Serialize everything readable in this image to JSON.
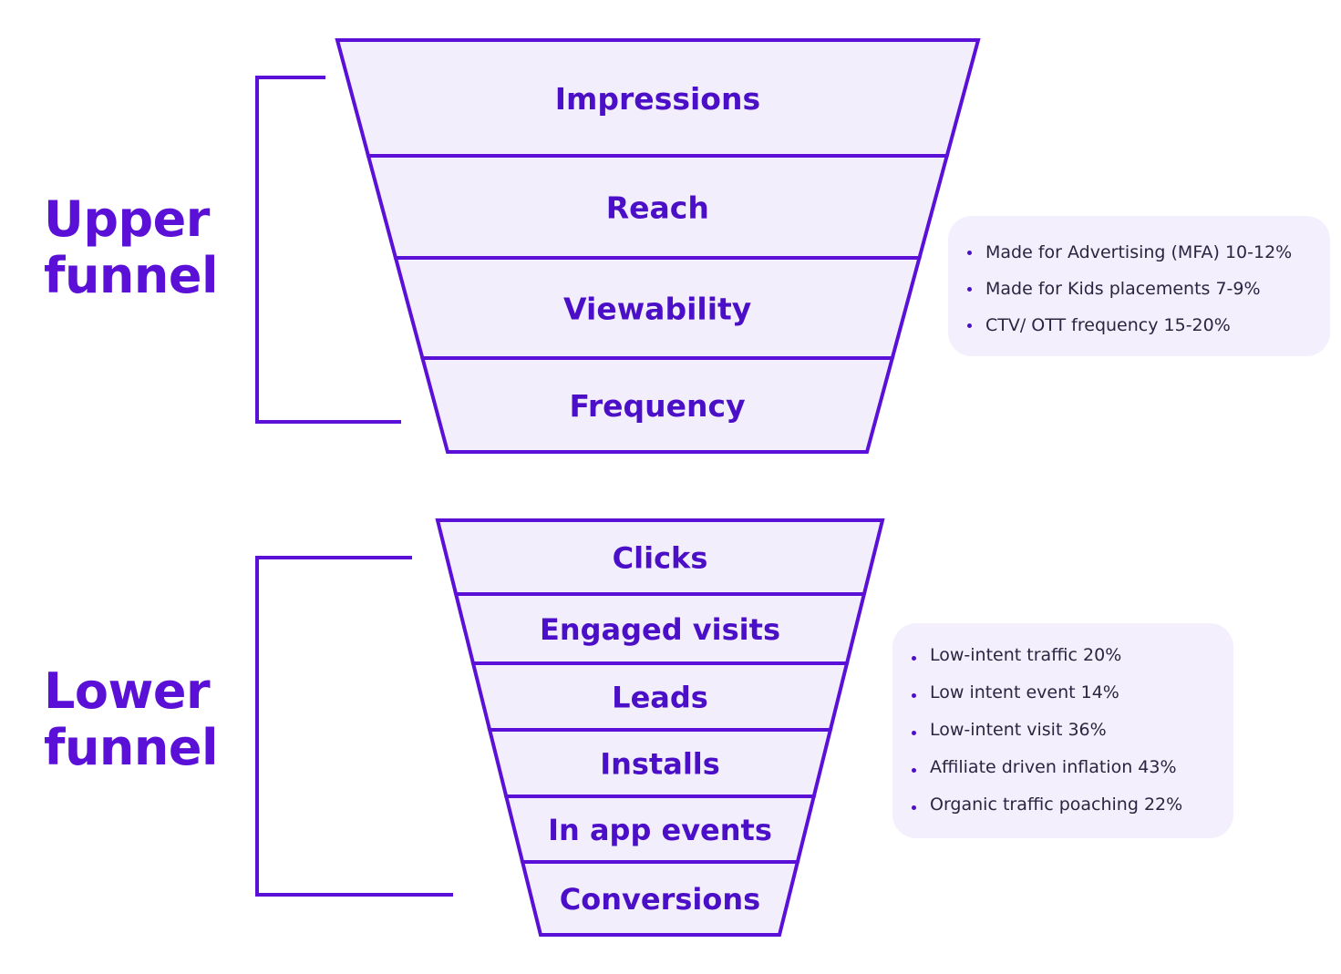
{
  "upper_funnel": {
    "title_line1": "Upper",
    "title_line2": "funnel",
    "stages": [
      {
        "label": "Impressions"
      },
      {
        "label": "Reach"
      },
      {
        "label": "Viewability"
      },
      {
        "label": "Frequency"
      }
    ],
    "notes": [
      "Made for Advertising (MFA) 10-12%",
      "Made for Kids placements 7-9%",
      "CTV/ OTT frequency 15-20%"
    ]
  },
  "lower_funnel": {
    "title_line1": "Lower",
    "title_line2": "funnel",
    "stages": [
      {
        "label": "Clicks"
      },
      {
        "label": "Engaged visits"
      },
      {
        "label": "Leads"
      },
      {
        "label": "Installs"
      },
      {
        "label": "In app events"
      },
      {
        "label": "Conversions"
      }
    ],
    "notes": [
      "Low-intent traffic 20%",
      "Low intent event 14%",
      "Low-intent visit 36%",
      "Affiliate driven inflation 43%",
      "Organic traffic poaching 22%"
    ]
  },
  "colors": {
    "accent": "#5a10d6",
    "label": "#4b0fc7",
    "fill": "#f2eefc",
    "note_bg": "#f3effc",
    "note_text": "#2a2540"
  }
}
